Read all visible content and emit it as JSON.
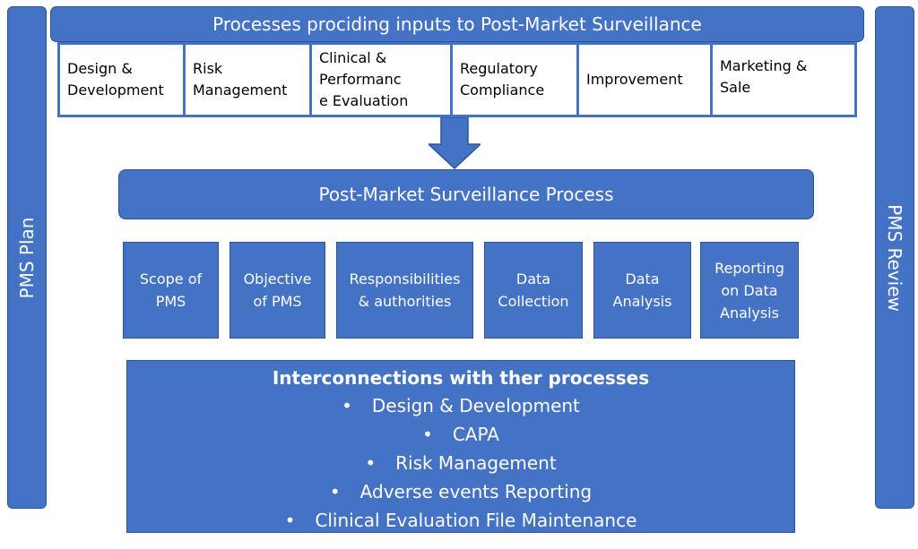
{
  "side_left": {
    "label": "PMS Plan"
  },
  "side_right": {
    "label": "PMS Review"
  },
  "inputs": {
    "title": "Processes prociding inputs to Post-Market Surveillance",
    "boxes": [
      {
        "lines": [
          "Design &",
          "Development"
        ]
      },
      {
        "lines": [
          "Risk",
          "Management"
        ]
      },
      {
        "lines": [
          "Clinical &",
          "Performanc",
          "e Evaluation"
        ]
      },
      {
        "lines": [
          "Regulatory",
          "Compliance"
        ]
      },
      {
        "lines": [
          "Improvement"
        ]
      },
      {
        "lines": [
          "Marketing &",
          "Sale"
        ]
      }
    ]
  },
  "process": {
    "title": "Post-Market Surveillance Process"
  },
  "elements": [
    {
      "lines": [
        "Scope of",
        "PMS"
      ]
    },
    {
      "lines": [
        "Objective",
        "of PMS"
      ]
    },
    {
      "lines": [
        "Responsibilities",
        "& authorities"
      ]
    },
    {
      "lines": [
        "Data",
        "Collection"
      ]
    },
    {
      "lines": [
        "Data",
        "Analysis"
      ]
    },
    {
      "lines": [
        "Reporting",
        "on Data",
        "Analysis"
      ]
    }
  ],
  "interconnections": {
    "title": "Interconnections with ther processes",
    "bullet": "•",
    "items": [
      "Design & Development",
      "CAPA",
      "Risk Management",
      "Adverse events Reporting",
      "Clinical Evaluation File Maintenance"
    ]
  },
  "colors": {
    "fill": "#4472C4",
    "stroke": "#2F5597",
    "text_on_fill": "#FFFFFF"
  }
}
